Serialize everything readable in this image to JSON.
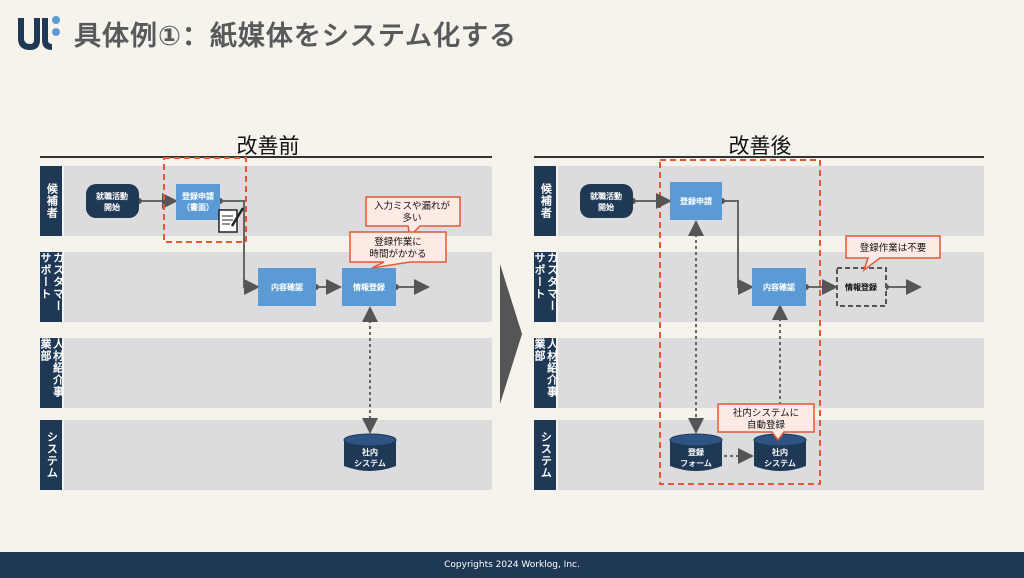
{
  "header": {
    "title": "具体例①：紙媒体をシステム化する"
  },
  "before": {
    "title": "改善前",
    "lanes": [
      "候補者",
      "カスタマーサポート",
      "人材紹介事業部",
      "システム"
    ],
    "nodes": {
      "start": [
        "就職活動",
        "開始"
      ],
      "apply": [
        "登録申請",
        "（書面）"
      ],
      "check": "内容確認",
      "register": "情報登録",
      "db": [
        "社内",
        "システム"
      ]
    },
    "callouts": {
      "mistakes": [
        "入力ミスや漏れが",
        "多い"
      ],
      "time": [
        "登録作業に",
        "時間がかかる"
      ]
    }
  },
  "after": {
    "title": "改善後",
    "lanes": [
      "候補者",
      "カスタマーサポート",
      "人材紹介事業部",
      "システム"
    ],
    "nodes": {
      "start": [
        "就職活動",
        "開始"
      ],
      "apply": "登録申請",
      "check": "内容確認",
      "register": "情報登録",
      "form": [
        "登録",
        "フォーム"
      ],
      "db": [
        "社内",
        "システム"
      ]
    },
    "callouts": {
      "unneeded": "登録作業は不要",
      "auto": [
        "社内システムに",
        "自動登録"
      ]
    }
  },
  "footer": {
    "copyright": "Copyrights 2024 Worklog, Inc."
  },
  "colors": {
    "navy": "#1f3855",
    "blue": "#5b9bd5",
    "red": "#e05a34",
    "lane": "#dcdcde"
  }
}
